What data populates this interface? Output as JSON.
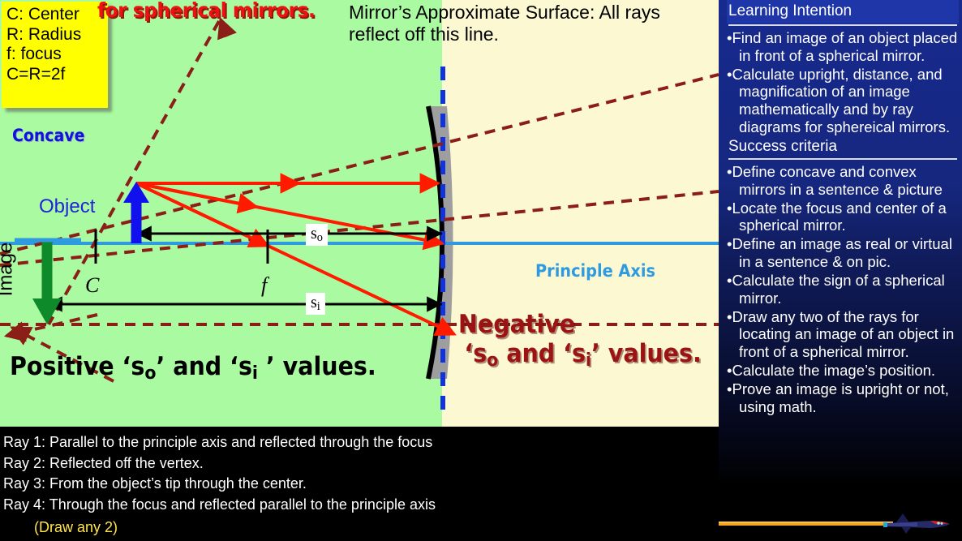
{
  "definitions_box": {
    "lines": [
      "C: Center",
      "R: Radius",
      "f: focus",
      "C=R=2f"
    ]
  },
  "diagram": {
    "red_title": "for spherical mirrors.",
    "mirror_note": "Mirror’s  Approximate Surface: All rays reflect off this line.",
    "concave_label": "Concave",
    "object_label": "Object",
    "image_label": "Image",
    "center_label": "C",
    "focus_label": "f",
    "so_label": "s",
    "so_sub": "o",
    "si_label": "s",
    "si_sub": "i",
    "principle_axis_label": "Principle Axis",
    "positive_text": "Positive ‘s",
    "positive_text2": "’ and ‘s",
    "positive_text3": " ’ values.",
    "negative_line1": "Negative",
    "negative_line2a": "‘s",
    "negative_line2b": " and ‘s",
    "negative_line2c": "’ values.",
    "colors": {
      "background_green": "#a9faa0",
      "background_yellow": "#fbf8d2",
      "object_arrow": "#1111ee",
      "image_arrow": "#0f8a2a",
      "real_ray": "#ff1a00",
      "virtual_ray": "#8b1f18",
      "axis": "#2e9be0",
      "mirror_band": "#9e9e9e",
      "mirror_line": "#000000",
      "mirror_dash": "#1133dd"
    }
  },
  "caption": {
    "rays": [
      "Ray 1: Parallel to the principle axis and reflected through the focus",
      "Ray 2: Reflected off the vertex.",
      "Ray 3: From the object’s tip through the center.",
      "Ray 4: Through the focus and reflected parallel to the principle axis"
    ],
    "note": "(Draw any 2)"
  },
  "panel": {
    "learning_intention_title": "Learning Intention",
    "learning_intention": [
      "Find an image of an object placed in front of a spherical mirror.",
      "Calculate upright, distance, and magnification of an image mathematically and by ray diagrams for sphereical mirrors."
    ],
    "success_title": "Success criteria",
    "success_criteria": [
      "Define concave and convex mirrors in a sentence & picture",
      "Locate the focus and center of a spherical mirror.",
      "Define an image as real or virtual in a sentence & on pic.",
      "Calculate the sign of a spherical mirror.",
      "Draw any two of the rays for locating an image of an object in front of a spherical mirror.",
      "Calculate the image’s position.",
      "Prove an image is upright or not, using math."
    ]
  }
}
